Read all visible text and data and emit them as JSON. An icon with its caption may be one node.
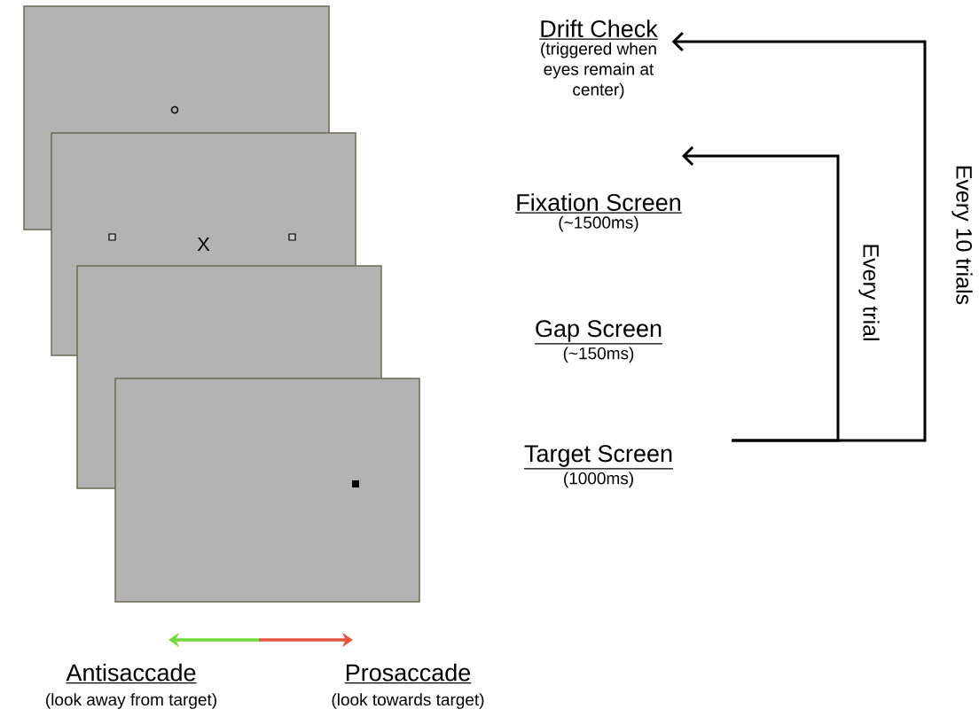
{
  "diagram": {
    "nodes": [
      {
        "text": [],
        "shape": "box"
      },
      {
        "text": [
          "X"
        ]
      },
      {
        "text": [],
        "shape": "box"
      },
      {
        "text": [],
        "shape": "box"
      },
      {
        "text": [
          "Drift Check",
          "(triggered when eyes remain at center)"
        ]
      },
      {
        "text": [
          "Fixation Screen",
          "(~1500ms)"
        ]
      },
      {
        "text": [
          "Gap Screen",
          "(~150ms)"
        ]
      },
      {
        "text": [
          "Target Screen",
          "(1000ms)"
        ]
      }
    ],
    "edges": [
      {
        "from": 7,
        "to": 4,
        "arrow": "to",
        "label": "Every 10 trials"
      },
      {
        "from": 7,
        "to": 5,
        "arrow": "to",
        "label": "Every trial"
      }
    ],
    "labels": [
      "Antisaccade",
      "(look away from target)",
      "Prosaccade",
      "(look towards target)"
    ]
  }
}
